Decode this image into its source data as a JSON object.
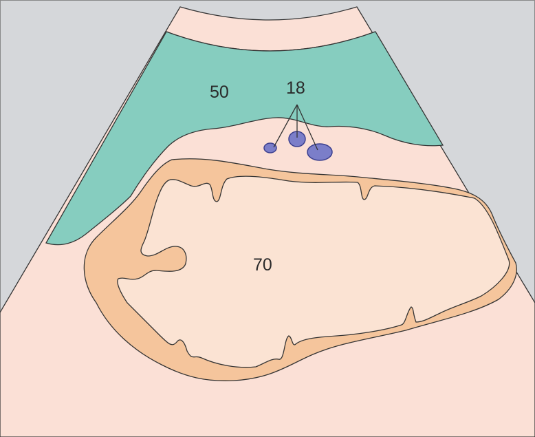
{
  "labels": {
    "region_a": "50",
    "vessels": "18",
    "central_region": "70"
  },
  "colors": {
    "background": "#d5d7da",
    "fan": "#fbe0d6",
    "band": "#86cdbf",
    "rim": "#f5c59c",
    "core": "#fbe3d3",
    "vessel_fill": "#7b7ec9",
    "vessel_stroke": "#3b3f8e",
    "outline": "#333333",
    "frame": "#888888"
  }
}
